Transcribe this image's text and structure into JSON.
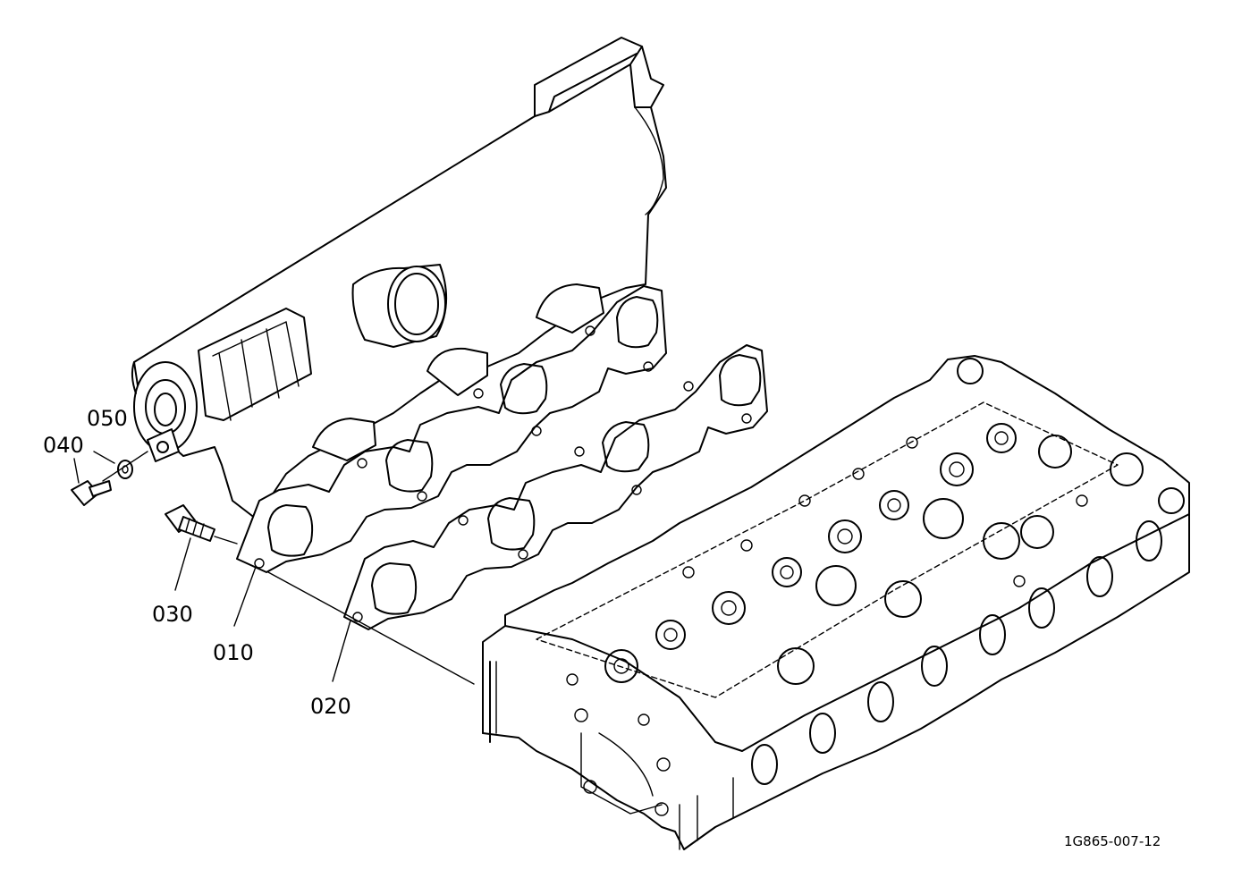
{
  "diagram": {
    "callouts": [
      {
        "id": "c040",
        "text": "040"
      },
      {
        "id": "c050",
        "text": "050"
      },
      {
        "id": "c030",
        "text": "030"
      },
      {
        "id": "c010",
        "text": "010"
      },
      {
        "id": "c020",
        "text": "020"
      }
    ],
    "reference_code": "1G865-007-12"
  }
}
